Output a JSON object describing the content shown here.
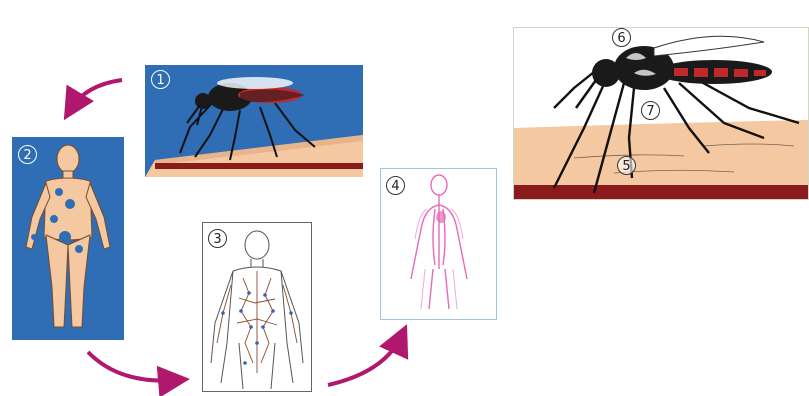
{
  "labels": {
    "step1": "1",
    "step2": "2",
    "step3": "3",
    "step4": "4",
    "part5": "5",
    "part6": "6",
    "part7": "7"
  },
  "colors": {
    "panel_blue": "#2f6db5",
    "skin": "#f4c8a0",
    "skin_band": "#8b1a1a",
    "arrow": "#b0186e",
    "mosquito_body": "#1a1a1a",
    "mosquito_red": "#c0282a",
    "vessels_pink": "#e86ab8",
    "infection_spot": "#2f6db5"
  },
  "icons": {
    "panel1": "mosquito-biting-icon",
    "panel2": "infected-human-icon",
    "panel3": "lymphatic-system-icon",
    "panel4": "circulatory-system-icon",
    "panel6": "mosquito-closeup-icon"
  }
}
